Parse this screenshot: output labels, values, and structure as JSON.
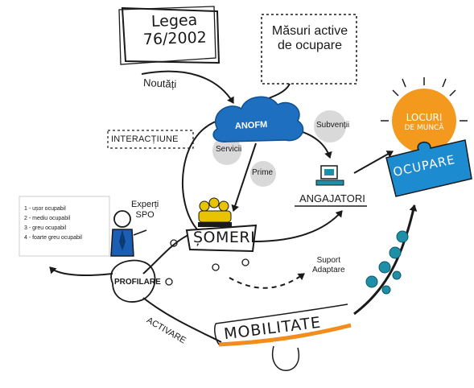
{
  "law": {
    "line1": "Legea",
    "line2": "76/2002"
  },
  "active_measures": {
    "line1": "Măsuri active",
    "line2": "de ocupare"
  },
  "news": "Noutăți",
  "interaction": "INTERACȚIUNE",
  "anofm": "ANOFM",
  "services": "Servicii",
  "prime": "Prime",
  "subsidies": "Subvenții",
  "employers": "ANGAJATORI",
  "experts": {
    "line1": "Experți",
    "line2": "SPO"
  },
  "unemployed": "ȘOMERI",
  "support": {
    "line1": "Suport",
    "line2": "Adaptare"
  },
  "profiling": "PROFILARE",
  "activation": "ACTIVARE",
  "mobility": "MOBILITATE",
  "jobs": {
    "line1": "LOCURI",
    "line2": "DE MUNCĂ"
  },
  "occupation": "OCUPARE",
  "employability_levels": [
    "1 - ușor ocupabil",
    "2 - mediu ocupabil",
    "3 - greu ocupabil",
    "4 - foarte greu ocupabil"
  ],
  "colors": {
    "anofm_blue": "#1f6fc0",
    "bubble_gray": "#d9d9d9",
    "jobs_orange": "#f39a1e",
    "occupation_blue": "#1c8bd0",
    "mobility_orange": "#f28c1c",
    "teal": "#1f8fa8",
    "people_yellow": "#e8c400"
  }
}
